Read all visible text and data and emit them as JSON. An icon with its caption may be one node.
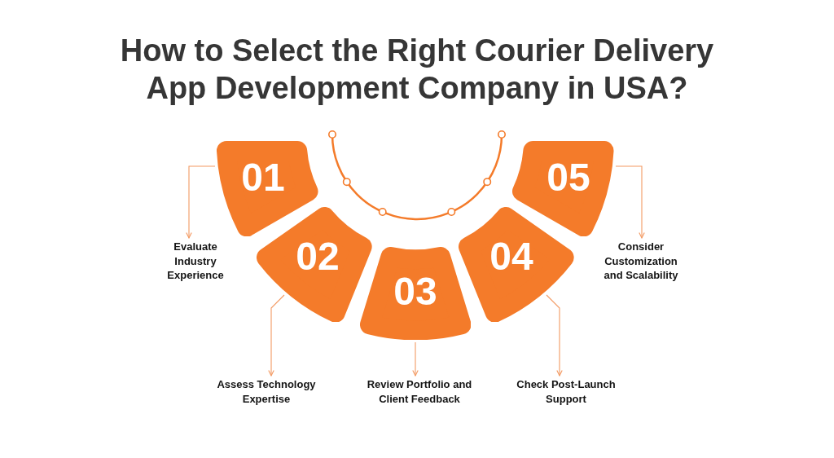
{
  "diagram": {
    "title": "How to Select the Right Courier Delivery App Development Company in USA?",
    "nodes": [
      {
        "text": [
          "01"
        ]
      },
      {
        "text": [
          "02"
        ]
      },
      {
        "text": [
          "03"
        ]
      },
      {
        "text": [
          "04"
        ]
      },
      {
        "text": [
          "05"
        ]
      },
      {
        "text": [
          "Evaluate Industry Experience"
        ]
      },
      {
        "text": [
          "Assess Technology Expertise"
        ]
      },
      {
        "text": [
          "Review Portfolio and Client Feedback"
        ]
      },
      {
        "text": [
          "Check Post-Launch Support"
        ]
      },
      {
        "text": [
          "Consider Customization and Scalability"
        ]
      }
    ],
    "edges": [
      {
        "from": 0,
        "to": 5,
        "arrow": "to"
      },
      {
        "from": 1,
        "to": 6,
        "arrow": "to"
      },
      {
        "from": 2,
        "to": 7,
        "arrow": "to"
      },
      {
        "from": 3,
        "to": 8,
        "arrow": "to"
      },
      {
        "from": 4,
        "to": 9,
        "arrow": "to"
      }
    ]
  }
}
